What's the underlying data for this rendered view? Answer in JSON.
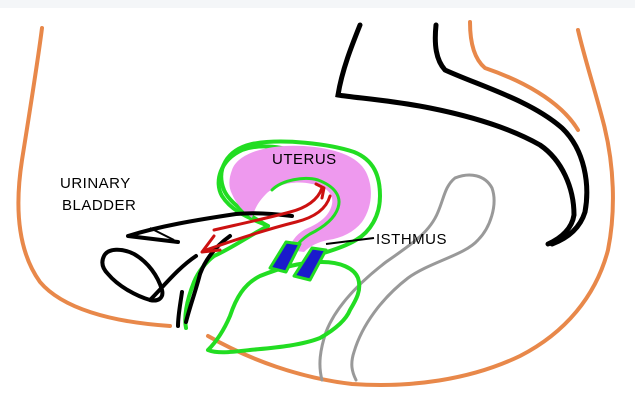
{
  "labels": {
    "uterus": "UTERUS",
    "bladder_line1": "URINARY",
    "bladder_line2": "BLADDER",
    "isthmus": "ISTHMUS"
  },
  "colors": {
    "body_outline": "#e8884a",
    "structure_outline": "#000000",
    "rectum_outline": "#999999",
    "peritoneum": "#22dd22",
    "uterus_fill": "#ee99ee",
    "isthmus": "#1a1acc",
    "arrows": "#cc1111",
    "background": "#ffffff"
  }
}
